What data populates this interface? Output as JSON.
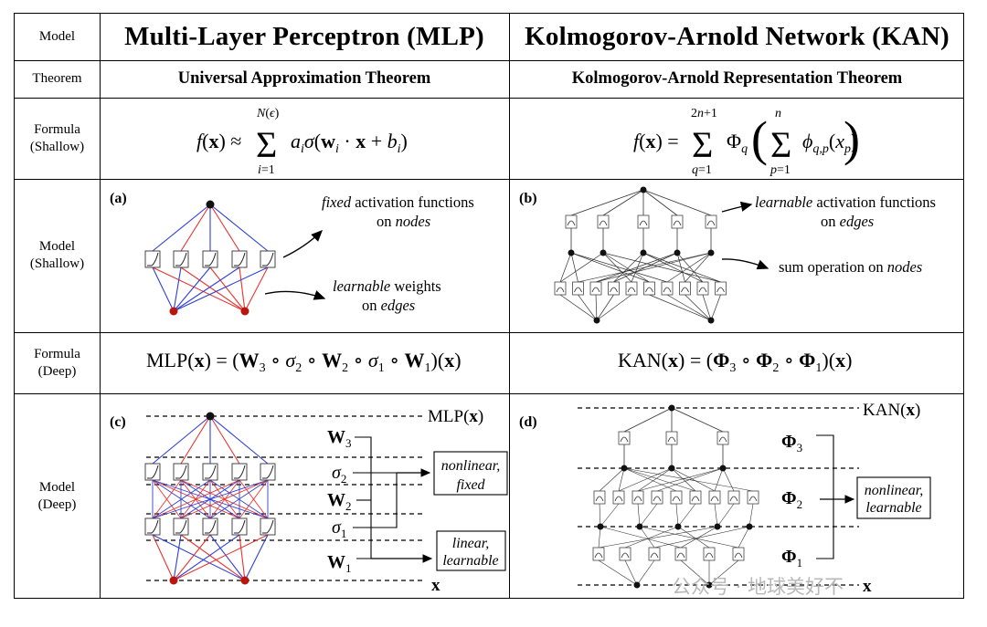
{
  "header": {
    "model_label": "Model",
    "mlp_title": "Multi-Layer Perceptron (MLP)",
    "kan_title": "Kolmogorov-Arnold Network (KAN)"
  },
  "rows": {
    "theorem_label": "Theorem",
    "mlp_theorem": "Universal Approximation Theorem",
    "kan_theorem": "Kolmogorov-Arnold Representation Theorem",
    "formula_shallow_label": "Formula\n(Shallow)",
    "model_shallow_label": "Model\n(Shallow)",
    "formula_deep_label": "Formula\n(Deep)",
    "model_deep_label": "Model\n(Deep)"
  },
  "formulas": {
    "mlp_shallow": "f(x) ≈ Σ_{i=1}^{N(ϵ)} a_i σ(w_i · x + b_i)",
    "kan_shallow": "f(x) = Σ_{q=1}^{2n+1} Φ_q ( Σ_{p=1}^{n} ϕ_{q,p}(x_p) )",
    "mlp_deep": "MLP(x) = (W3 ∘ σ2 ∘ W2 ∘ σ1 ∘ W1)(x)",
    "kan_deep": "KAN(x) = (Φ3 ∘ Φ2 ∘ Φ1)(x)"
  },
  "panels": {
    "a": {
      "tag": "(a)",
      "fixed_word": "fixed",
      "fixed_rest": " activation functions",
      "on_nodes_1": "on ",
      "nodes": "nodes",
      "learnable_word": "learnable",
      "learnable_rest": " weights",
      "on_edges_1": "on ",
      "edges": "edges"
    },
    "b": {
      "tag": "(b)",
      "learnable_word": "learnable",
      "learnable_rest": " activation functions",
      "on": "on ",
      "edges": "edges",
      "sum_text": "sum operation on ",
      "nodes": "nodes"
    },
    "c": {
      "tag": "(c)",
      "out_label": "MLP(",
      "x_bold": "x",
      "close": ")",
      "W": "W",
      "sigma": "σ",
      "sub1": "1",
      "sub2": "2",
      "sub3": "3",
      "nonlinear": "nonlinear,",
      "fixed": "fixed",
      "linear": "linear,",
      "learnable": "learnable",
      "x_input": "x"
    },
    "d": {
      "tag": "(d)",
      "out_label": "KAN(",
      "x_bold": "x",
      "close": ")",
      "Phi": "Φ",
      "sub1": "1",
      "sub2": "2",
      "sub3": "3",
      "nonlinear": "nonlinear,",
      "learnable": "learnable",
      "x_input": "x"
    }
  },
  "watermark": "公众号 · 地球美好不",
  "colors": {
    "red_edge": "#e8342e",
    "blue_edge": "#2f3fd6",
    "node": "#b8160f"
  }
}
